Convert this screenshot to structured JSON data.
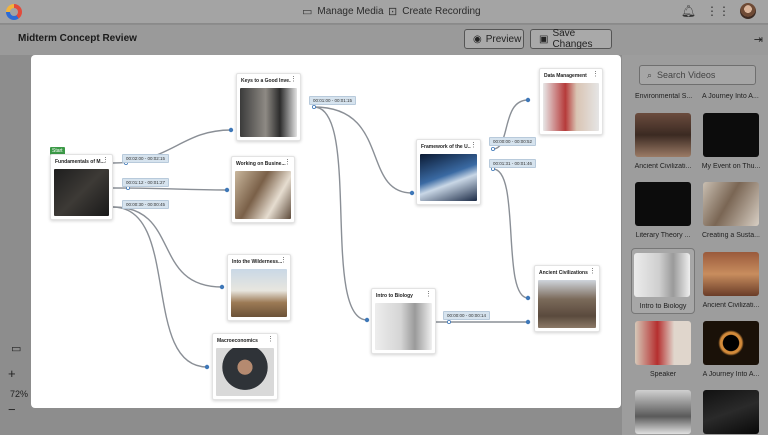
{
  "topbar": {
    "manage_media": "Manage Media",
    "create_recording": "Create Recording"
  },
  "header": {
    "title": "Midterm Concept Review",
    "preview_label": "Preview",
    "save_label": "Save Changes"
  },
  "canvas": {
    "start_badge": "Start",
    "nodes": {
      "fundamentals": "Fundamentals of M...",
      "keys": "Keys to a Good Inve...",
      "working": "Working on Busine...",
      "wilderness": "Into the Wilderness...",
      "macro": "Macroeconomics",
      "framework": "Framework of the U...",
      "data_mgmt": "Data Management",
      "biology": "Intro to Biology",
      "ancient": "Ancient Civilizations"
    },
    "timestamps": {
      "t1": "00:02:00 - 00:02:15",
      "t2": "00:01:12 - 00:01:27",
      "t3": "00:00:30 - 00:00:45",
      "t4": "00:01:00 - 00:01:15",
      "t5": "00:00:00 - 00:00:52",
      "t6": "00:01:31 - 00:01:46",
      "t7": "00:00:00 - 00:00:14"
    }
  },
  "zoom": {
    "level": "72%"
  },
  "right_panel": {
    "search_placeholder": "Search Videos",
    "top_labels": [
      "Environmental S...",
      "A Journey Into A..."
    ],
    "videos": [
      {
        "label": "Ancient Civilizati...",
        "selected": false
      },
      {
        "label": "My Event on Thu...",
        "selected": false
      },
      {
        "label": "Literary Theory ...",
        "selected": false
      },
      {
        "label": "Creating a Susta...",
        "selected": false
      },
      {
        "label": "Intro to Biology",
        "selected": true
      },
      {
        "label": "Ancient Civilizati...",
        "selected": false
      },
      {
        "label": "Speaker",
        "selected": false
      },
      {
        "label": "A Journey Into A...",
        "selected": false
      }
    ]
  }
}
